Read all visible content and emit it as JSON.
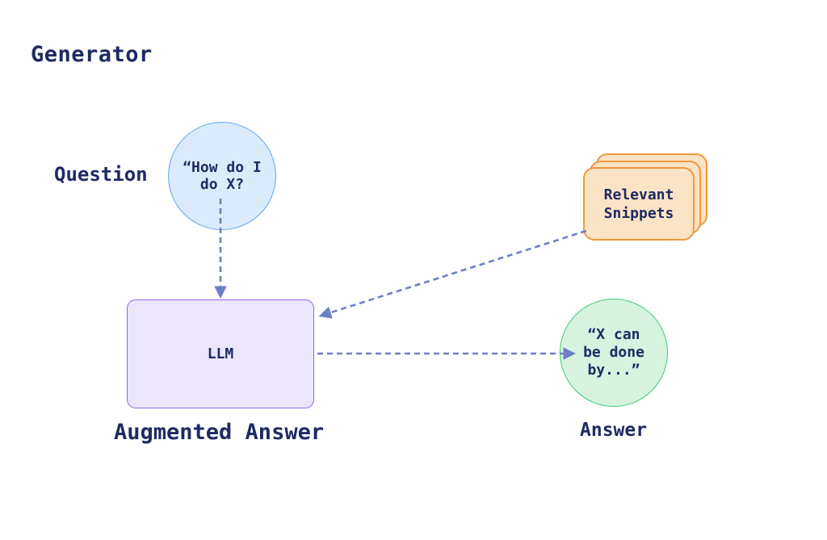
{
  "title": "Generator",
  "nodes": {
    "question": {
      "label": "Question",
      "text": "“How do I\ndo X?"
    },
    "snippets": {
      "text": "Relevant\nSnippets"
    },
    "llm": {
      "text": "LLM",
      "label": "Augmented Answer"
    },
    "answer": {
      "label": "Answer",
      "text": "“X can\nbe done\nby...”"
    }
  },
  "colors": {
    "text_navy": "#1e2a63",
    "arrow": "#6c80c5",
    "question_fill": "#dcebfc",
    "question_border": "#5fa7f1",
    "snippets_fill": "#fbe3c5",
    "snippets_border": "#f0993d",
    "llm_fill": "#ebe6fc",
    "llm_border": "#9463f0",
    "answer_fill": "#d7f3e0",
    "answer_border": "#3ec878",
    "background": "#ffffff"
  }
}
